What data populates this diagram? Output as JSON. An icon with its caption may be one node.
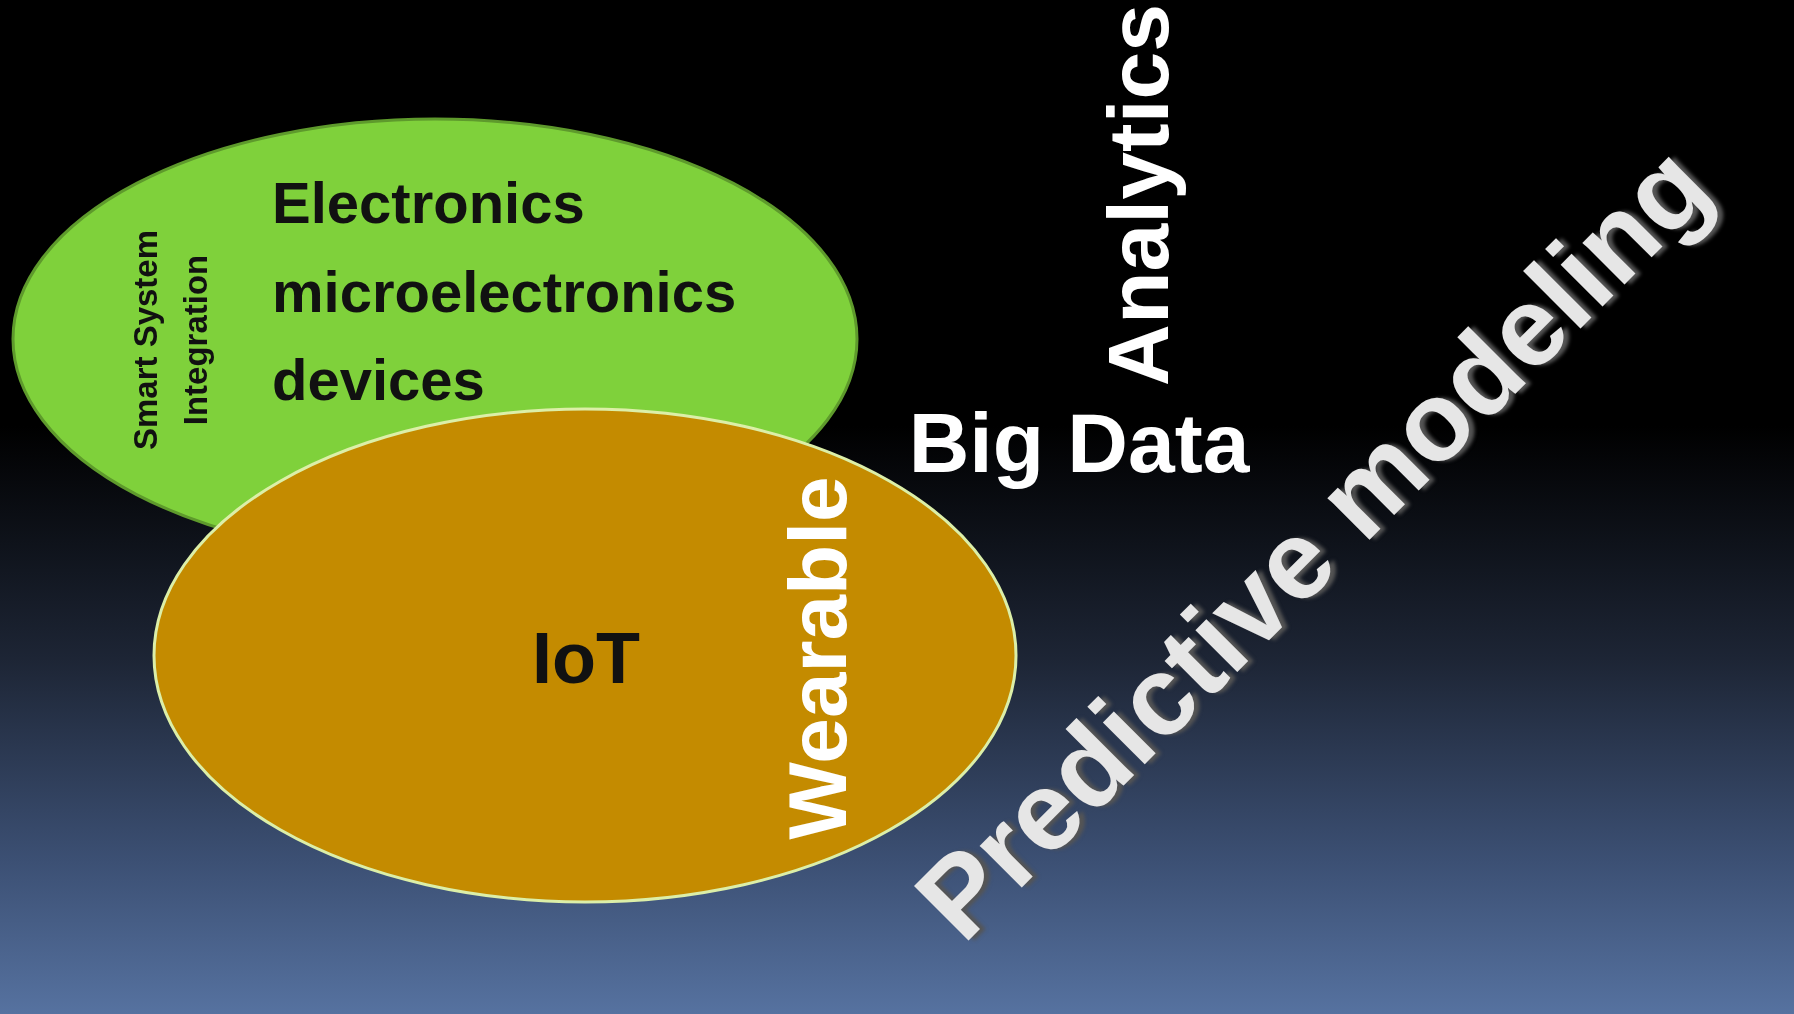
{
  "diagram": {
    "nodes": [
      {
        "text": [
          "Smart System Integration",
          "Electronics microelectronics devices"
        ]
      },
      {
        "text": [
          "IoT",
          "Wearable"
        ]
      }
    ],
    "labels": [
      "Analytics",
      "Big Data",
      "Predictive modeling"
    ]
  }
}
